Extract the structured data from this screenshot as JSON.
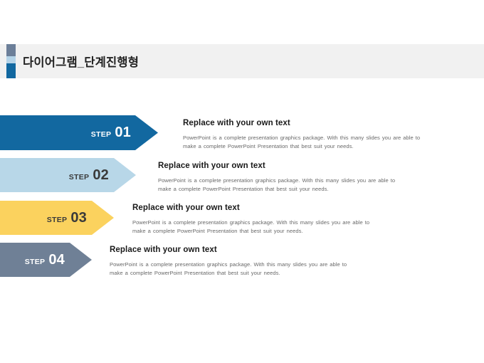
{
  "slide": {
    "title": "다이어그램_단계진행형",
    "background_color": "#ffffff",
    "title_band_color": "#f1f1f1",
    "accent_colors": [
      "#6c7f99",
      "#b4d3e8",
      "#1268a0"
    ]
  },
  "steps": [
    {
      "step_word": "STEP",
      "step_number": "01",
      "arrow_color": "#1268a0",
      "label_color": "#ffffff",
      "heading": "Replace with your own text",
      "body": "PowerPoint is a complete presentation graphics package. With this many slides you are able to make a complete PowerPoint Presentation that best suit your needs."
    },
    {
      "step_word": "STEP",
      "step_number": "02",
      "arrow_color": "#b8d7e8",
      "label_color": "#3a3a3a",
      "heading": "Replace with your own text",
      "body": "PowerPoint is a complete presentation graphics package. With this many slides you are able to make a complete PowerPoint Presentation that best suit your needs."
    },
    {
      "step_word": "STEP",
      "step_number": "03",
      "arrow_color": "#fbd25e",
      "label_color": "#3a3a3a",
      "heading": "Replace with your own text",
      "body": "PowerPoint is a complete presentation graphics package. With this many slides you are able to make a complete PowerPoint Presentation that best suit your needs."
    },
    {
      "step_word": "STEP",
      "step_number": "04",
      "arrow_color": "#6f8096",
      "label_color": "#ffffff",
      "heading": "Replace with your own text",
      "body": "PowerPoint is a complete presentation graphics package. With this many slides you are able to make a complete PowerPoint Presentation that best suit your needs."
    }
  ]
}
